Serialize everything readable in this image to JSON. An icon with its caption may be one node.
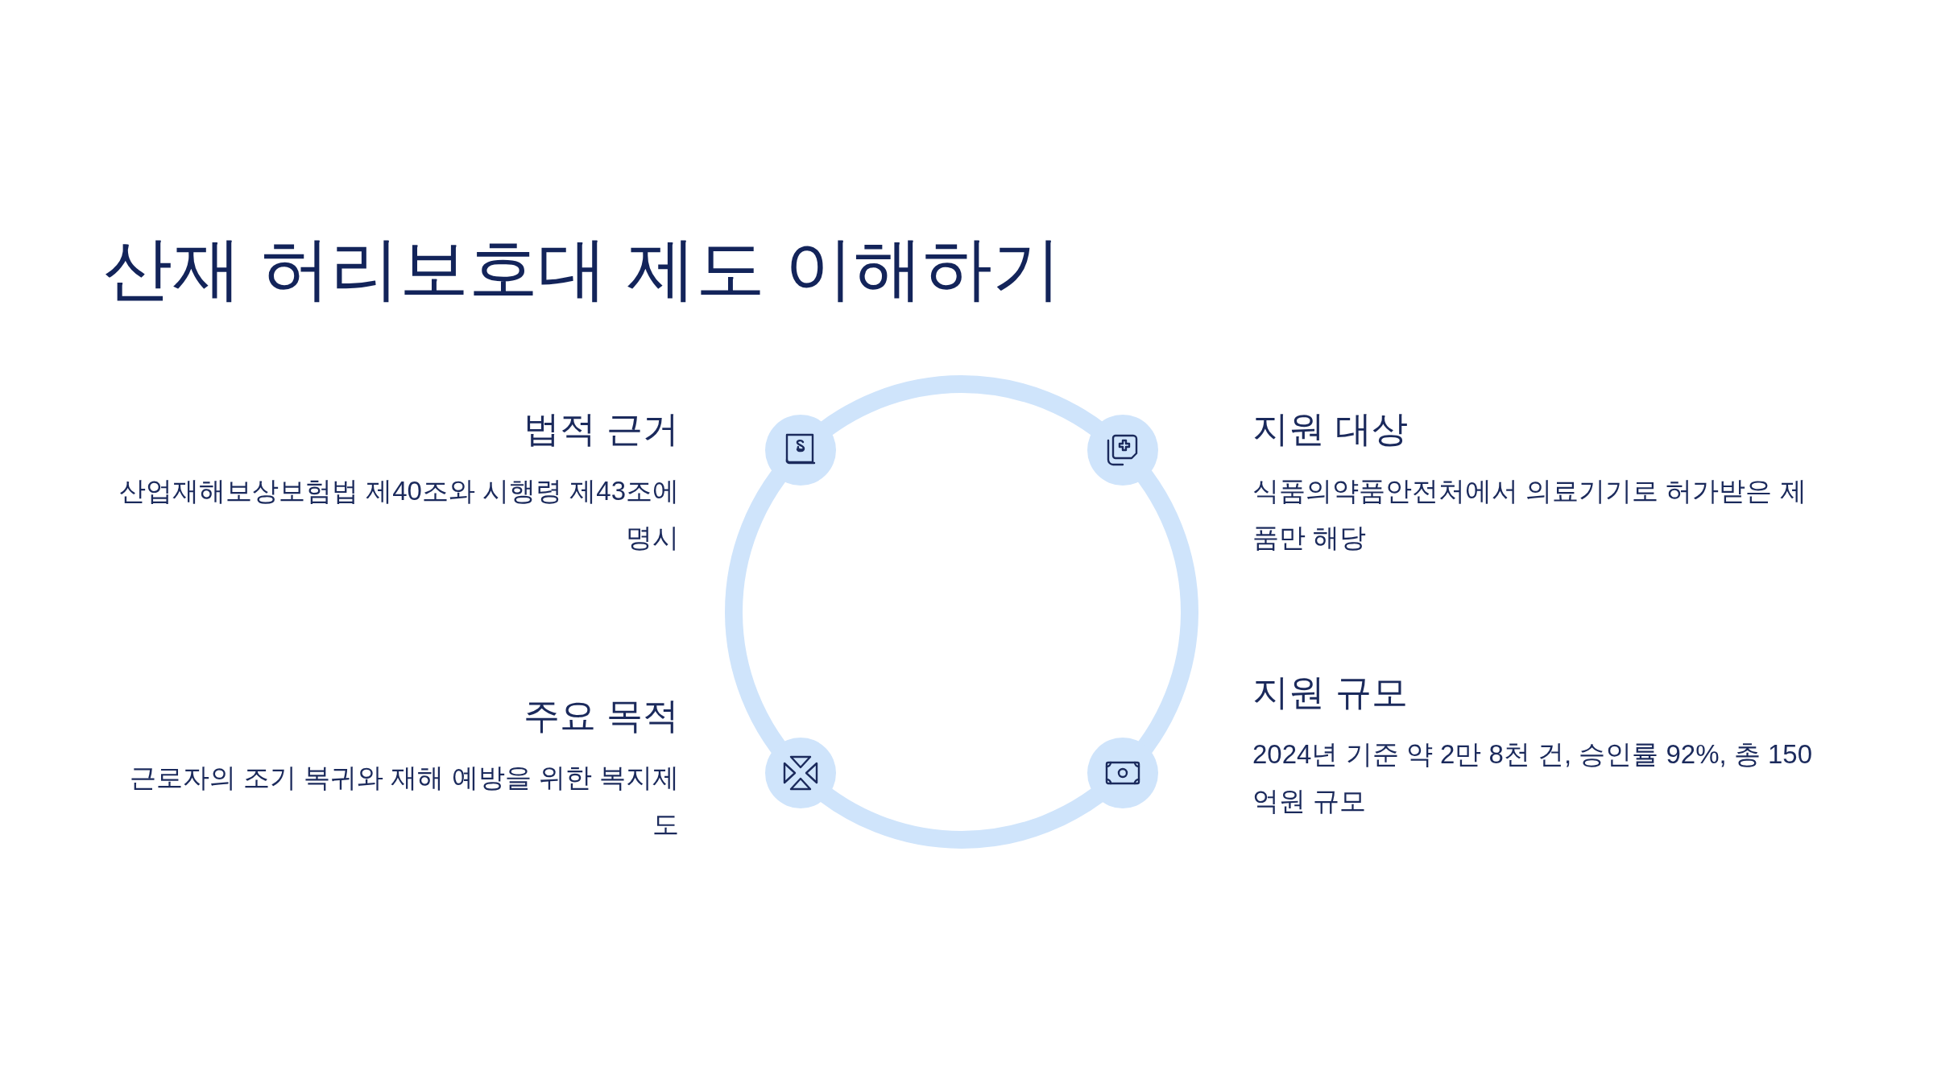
{
  "diagram": {
    "title": "산재 허리보호대 제도 이해하기",
    "nodes": [
      {
        "text": [
          "법적 근거",
          "산업재해보상보험법 제40조와 시행령 제43조에 명시"
        ]
      },
      {
        "text": [
          "지원 대상",
          "식품의약품안전처에서 의료기기로 허가받은 제품만 해당"
        ]
      },
      {
        "text": [
          "주요 목적",
          "근로자의 조기 복귀와 재해 예방을 위한 복지제도"
        ]
      },
      {
        "text": [
          "지원 규모",
          "2024년 기준 약 2만 8천 건, 승인률 92%, 총 150억원 규모"
        ]
      }
    ]
  }
}
